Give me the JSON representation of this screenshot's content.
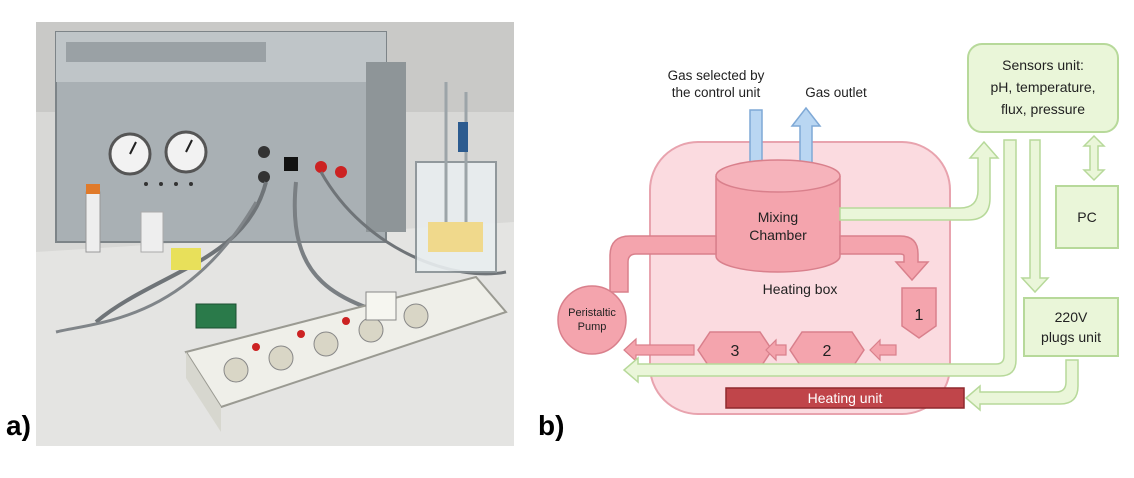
{
  "panels": {
    "a": "a)",
    "b": "b)"
  },
  "diagram": {
    "gas_selected": [
      "Gas selected by",
      "the  control unit"
    ],
    "gas_outlet": "Gas outlet",
    "sensors_unit": [
      "Sensors unit:",
      "pH, temperature,",
      "flux, pressure"
    ],
    "mixing_chamber": [
      "Mixing",
      "Chamber"
    ],
    "heating_box": "Heating box",
    "peristaltic_pump": [
      "Peristaltic",
      "Pump"
    ],
    "stage_1": "1",
    "stage_2": "2",
    "stage_3": "3",
    "pc": "PC",
    "plugs_unit": [
      "220V",
      "plugs unit"
    ],
    "heating_unit": "Heating unit"
  },
  "colors": {
    "heating_box_fill": "#fbdbe0",
    "heating_box_stroke": "#e8a3ae",
    "pink_shape": "#f4a4ad",
    "pink_stroke": "#d9808c",
    "green_fill": "#eaf6d9",
    "green_stroke": "#b7d99a",
    "blue_arrow": "#b9d6f2",
    "heating_unit": "#c0454a"
  }
}
